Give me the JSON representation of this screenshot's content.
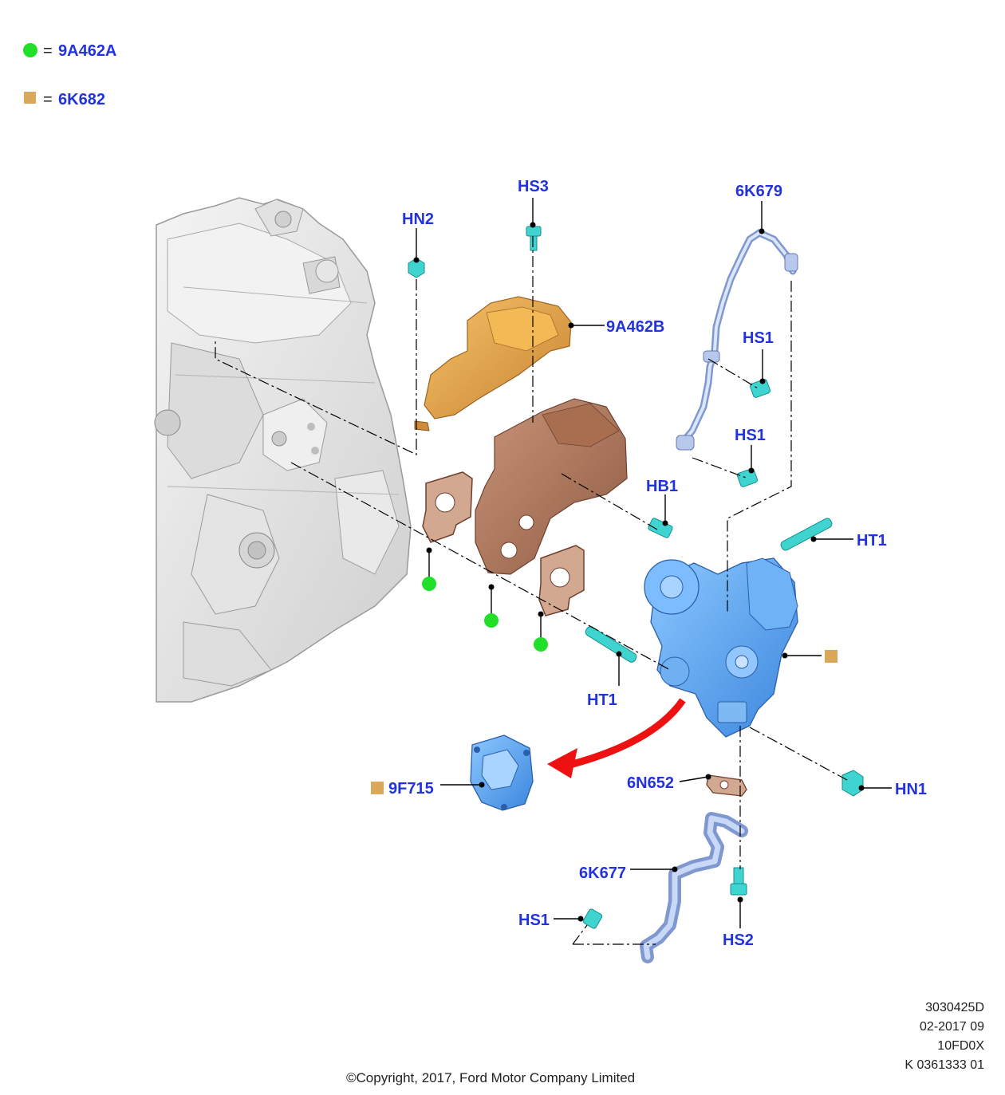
{
  "legend": [
    {
      "symbol": "green-circle",
      "color": "#22e02a",
      "equals": "=",
      "code": "9A462A"
    },
    {
      "symbol": "tan-square",
      "color": "#dba85a",
      "equals": "=",
      "code": "6K682"
    }
  ],
  "parts": {
    "hn2": "HN2",
    "hs3": "HS3",
    "p6k679": "6K679",
    "p9a462b": "9A462B",
    "hs1_a": "HS1",
    "hs1_b": "HS1",
    "hb1": "HB1",
    "ht1_a": "HT1",
    "ht1_b": "HT1",
    "p9f715": "9F715",
    "p6n652": "6N652",
    "hn1": "HN1",
    "p6k677": "6K677",
    "hs1_c": "HS1",
    "hs2": "HS2"
  },
  "colors": {
    "label": "#2233dd",
    "engine": "#e6e6e6",
    "heat_shield": "#e8a448",
    "manifold": "#b07a5a",
    "turbo": "#5aa8ee",
    "fastener": "#3fd4d0",
    "arrow": "#ee1111"
  },
  "meta": {
    "line1": "3030425D",
    "line2": "02-2017 09",
    "line3": "10FD0X",
    "line4": "K 0361333 01"
  },
  "copyright": "©Copyright, 2017, Ford Motor Company Limited"
}
